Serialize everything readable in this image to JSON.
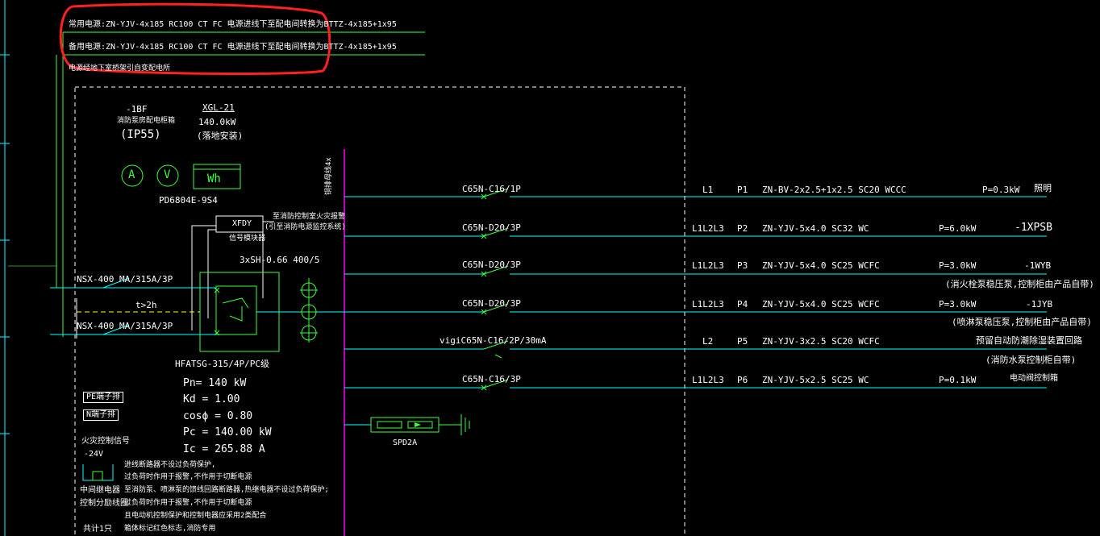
{
  "supply": {
    "main_line": "常用电源:ZN-YJV-4x185   RC100  CT FC 电源进线下至配电间转换为BTTZ-4x185+1x95",
    "backup_line": "备用电源:ZN-YJV-4x185   RC100  CT FC 电源进线下至配电间转换为BTTZ-4x185+1x95",
    "note": "电源经地下室桥架引自变配电所"
  },
  "panel": {
    "id": "-1BF",
    "name": "消防泵房配电柜箱",
    "ip": "(IP55)",
    "model": "XGL-21",
    "power": "140.0kW",
    "mount": "(落地安装)"
  },
  "meters": {
    "a": "A",
    "v": "V",
    "wh": "Wh",
    "model": "PD6804E-9S4"
  },
  "xfdy": {
    "name": "XFDY",
    "sub": "信号模块器",
    "note1": "至消防控制室火灾报警",
    "note2": "(引至消防电源监控系统)"
  },
  "ct": "3xSH-0.66 400/5",
  "busbar": "铜排母线4x",
  "incoming": [
    {
      "breaker": "NSX-400  MA/315A/3P"
    },
    {
      "breaker": "NSX-400  MA/315A/3P"
    }
  ],
  "ats": {
    "delay": "t>2h",
    "model": "HFATSG-315/4P/PC级"
  },
  "calc": {
    "pn": "Pn= 140  kW",
    "kd": "Kd = 1.00",
    "cos": "cosϕ = 0.80",
    "pc": "Pc = 140.00  kW",
    "ic": "Ic = 265.88  A"
  },
  "terminals": {
    "pe": "PE端子排",
    "n": "N端子排"
  },
  "fire_signal": {
    "label": "火灾控制信号",
    "voltage": "-24V",
    "relay": "中间继电器",
    "relay2": "控制分励线圈"
  },
  "notes": [
    "进线断路器不设过负荷保护,",
    "过负荷时作用于报警,不作用于切断电源",
    "至消防泵、喷淋泵的馈线回路断路器,热继电器不设过负荷保护;",
    "过负荷时作用于报警,不作用于切断电源",
    "且电动机控制保护和控制电器应采用2类配合",
    "箱体标记红色标志,消防专用"
  ],
  "total": "共计1只",
  "spd": "SPD2A",
  "circuits": [
    {
      "breaker": "C65N-C16/1P",
      "phase": "L1",
      "id": "P1",
      "cable": "ZN-BV-2x2.5+1x2.5  SC20  WCCC",
      "power": "P=0.3kW",
      "load": "照明",
      "note": ""
    },
    {
      "breaker": "C65N-D20/3P",
      "phase": "L1L2L3",
      "id": "P2",
      "cable": "ZN-YJV-5x4.0  SC32  WC",
      "power": "P=6.0kW",
      "load": "-1XPSB",
      "note": ""
    },
    {
      "breaker": "C65N-D20/3P",
      "phase": "L1L2L3",
      "id": "P3",
      "cable": "ZN-YJV-5x4.0  SC25  WCFC",
      "power": "P=3.0kW",
      "load": "-1WYB",
      "note": "(消火栓泵稳压泵,控制柜由产品自带)"
    },
    {
      "breaker": "C65N-D20/3P",
      "phase": "L1L2L3",
      "id": "P4",
      "cable": "ZN-YJV-5x4.0  SC25  WCFC",
      "power": "P=3.0kW",
      "load": "-1JYB",
      "note": "(喷淋泵稳压泵,控制柜由产品自带)"
    },
    {
      "breaker": "vigiC65N-C16/2P/30mA",
      "phase": "L2",
      "id": "P5",
      "cable": "ZN-YJV-3x2.5  SC20  WCFC",
      "power": "",
      "load": "预留自动防潮除湿装置回路",
      "note": "(消防水泵控制柜自带)"
    },
    {
      "breaker": "C65N-C16/3P",
      "phase": "L1L2L3",
      "id": "P6",
      "cable": "ZN-YJV-5x2.5  SC25  WC",
      "power": "P=0.1kW",
      "load": "电动阀控制箱",
      "note": ""
    }
  ],
  "colors": {
    "bg": "#000000",
    "cyan": "#00ffff",
    "green": "#3cff3c",
    "magenta": "#ff00ff",
    "yellow": "#ffff00",
    "red": "#ff2020",
    "white": "#ffffff"
  }
}
